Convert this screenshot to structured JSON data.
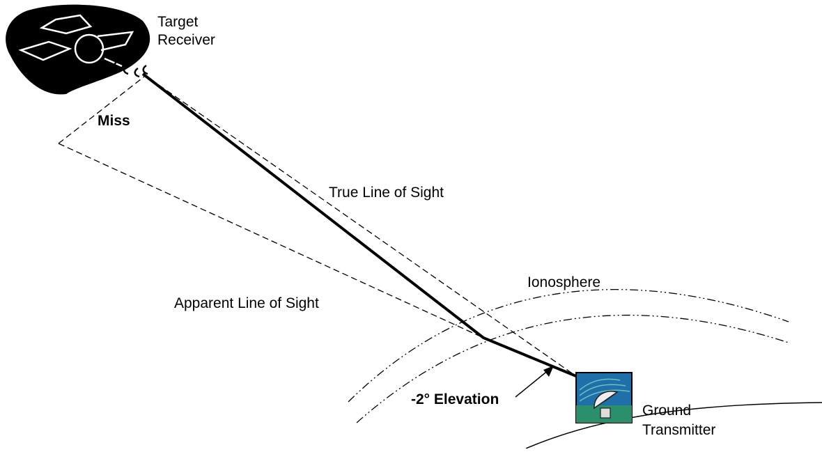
{
  "labels": {
    "target_receiver": [
      "Target",
      "Receiver"
    ],
    "miss": "Miss",
    "true_line_of_sight": "True Line of Sight",
    "apparent_line_of_sight": "Apparent Line of Sight",
    "ionosphere": "Ionosphere",
    "elevation": "-2° Elevation",
    "ground_transmitter": [
      "Ground",
      "Transmitter"
    ]
  },
  "icons": {
    "satellite": "satellite-icon",
    "signal_waves": "signal-waves-icon",
    "ground_station": "ground-station-icon"
  },
  "colors": {
    "ink": "#000000",
    "station_sky": "#1f6fa8",
    "station_ground": "#2a8f6a",
    "background": "#ffffff"
  }
}
